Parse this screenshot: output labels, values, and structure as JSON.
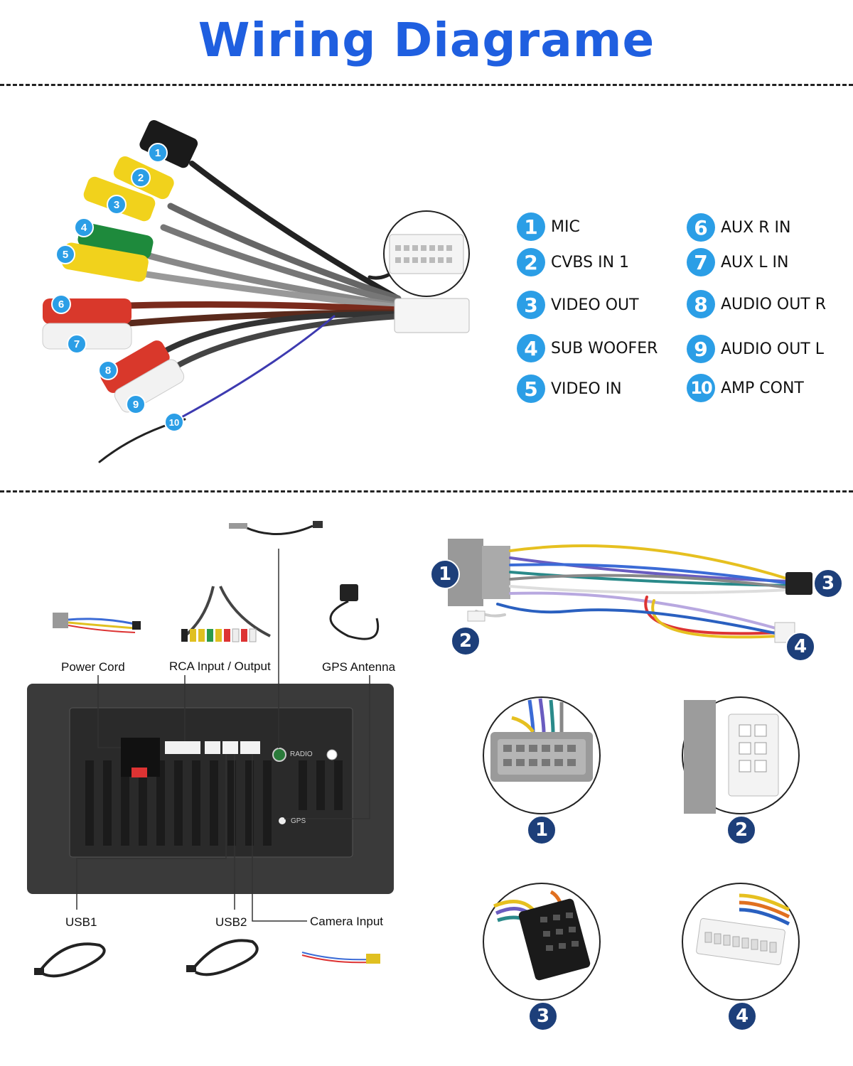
{
  "title": "Wiring Diagrame",
  "legend": [
    {
      "num": "1",
      "label": "MIC"
    },
    {
      "num": "2",
      "label": "CVBS IN 1"
    },
    {
      "num": "3",
      "label": "VIDEO OUT"
    },
    {
      "num": "4",
      "label": "SUB WOOFER"
    },
    {
      "num": "5",
      "label": "VIDEO IN"
    },
    {
      "num": "6",
      "label": "AUX R IN"
    },
    {
      "num": "7",
      "label": "AUX L IN"
    },
    {
      "num": "8",
      "label": "AUDIO OUT R"
    },
    {
      "num": "9",
      "label": "AUDIO OUT L"
    },
    {
      "num": "10",
      "label": "AMP CONT"
    }
  ],
  "cable_markers": [
    "1",
    "2",
    "3",
    "4",
    "5",
    "6",
    "7",
    "8",
    "9",
    "10"
  ],
  "unit_labels": {
    "power_cord": "Power Cord",
    "rca": "RCA Input / Output",
    "gps": "GPS Antenna",
    "usb1": "USB1",
    "usb2": "USB2",
    "camera": "Camera Input"
  },
  "panel_text": {
    "radio": "RADIO",
    "gps": "GPS"
  },
  "harness_markers": [
    "1",
    "2",
    "3",
    "4"
  ],
  "connector_markers": [
    "1",
    "2",
    "3",
    "4"
  ],
  "colors": {
    "title": "#1f5fe0",
    "legend_badge": "#2b9ee6",
    "marker_navy": "#1d3f7a"
  }
}
